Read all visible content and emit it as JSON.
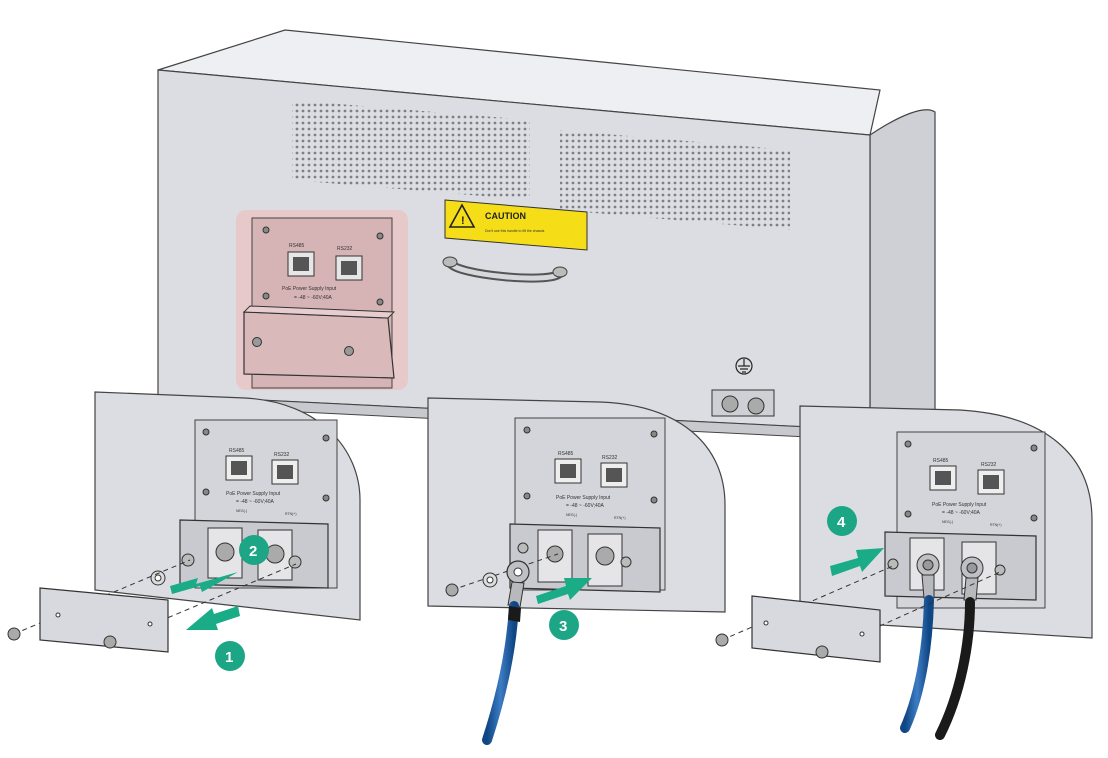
{
  "caution": {
    "title": "CAUTION",
    "subtitle": "Don't use this handle to lift the chassis"
  },
  "panel": {
    "port_left": "RS485",
    "port_right": "RS232",
    "power_title": "PoE Power Supply Input",
    "power_rating": "= -48 ~ -60V;40A",
    "terminal_left": "NEG(-)",
    "terminal_right": "RTN(+)"
  },
  "steps": [
    {
      "number": "1",
      "direction": "pull-out"
    },
    {
      "number": "2",
      "direction": "pull-out"
    },
    {
      "number": "3",
      "direction": "push-in"
    },
    {
      "number": "4",
      "direction": "push-in"
    }
  ],
  "colors": {
    "chassis": "#dcdde2",
    "highlight": "#e8c6c6",
    "arrow": "#1aab87",
    "step_badge": "#1ca685",
    "caution": "#f5dd18",
    "cable_blue": "#1c5fa8",
    "cable_black": "#1a1a1a"
  }
}
